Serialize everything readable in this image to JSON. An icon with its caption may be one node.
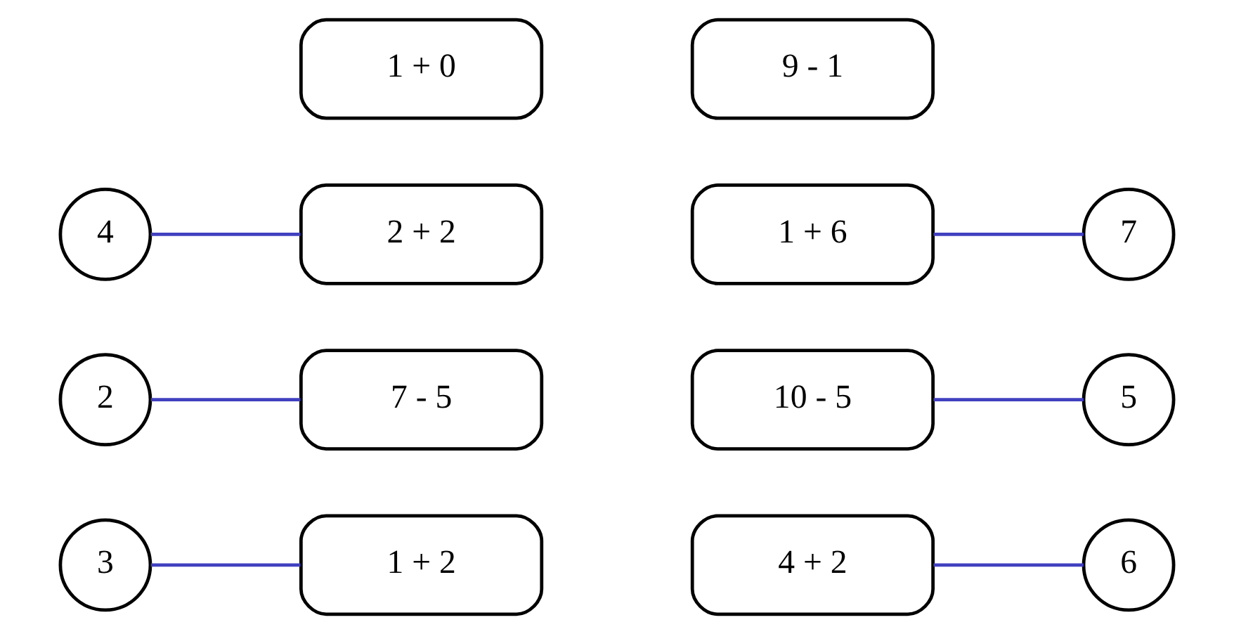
{
  "diagram": {
    "nodes": [
      {
        "text": [
          "3"
        ]
      },
      {
        "text": [
          "2"
        ]
      },
      {
        "text": [
          "4"
        ]
      },
      {
        "text": [
          "2 + 2"
        ]
      },
      {
        "text": [
          "1 + 0"
        ]
      },
      {
        "text": [
          "7 - 5"
        ]
      },
      {
        "text": [
          "1 + 2"
        ]
      },
      {
        "text": [
          "1 + 6"
        ]
      },
      {
        "text": [
          "9 - 1"
        ]
      },
      {
        "text": [
          "10 - 5"
        ]
      },
      {
        "text": [
          "4 + 2"
        ]
      },
      {
        "text": [
          "7"
        ]
      },
      {
        "text": [
          "6"
        ]
      },
      {
        "text": [
          "5"
        ]
      }
    ],
    "edges": [
      {
        "from": 0,
        "to": 6,
        "arrow": "none"
      },
      {
        "from": 1,
        "to": 5,
        "arrow": "none"
      },
      {
        "from": 2,
        "to": 3,
        "arrow": "none"
      },
      {
        "from": 7,
        "to": 11,
        "arrow": "none"
      },
      {
        "from": 9,
        "to": 13,
        "arrow": "none"
      },
      {
        "from": 10,
        "to": 12,
        "arrow": "none"
      }
    ]
  }
}
